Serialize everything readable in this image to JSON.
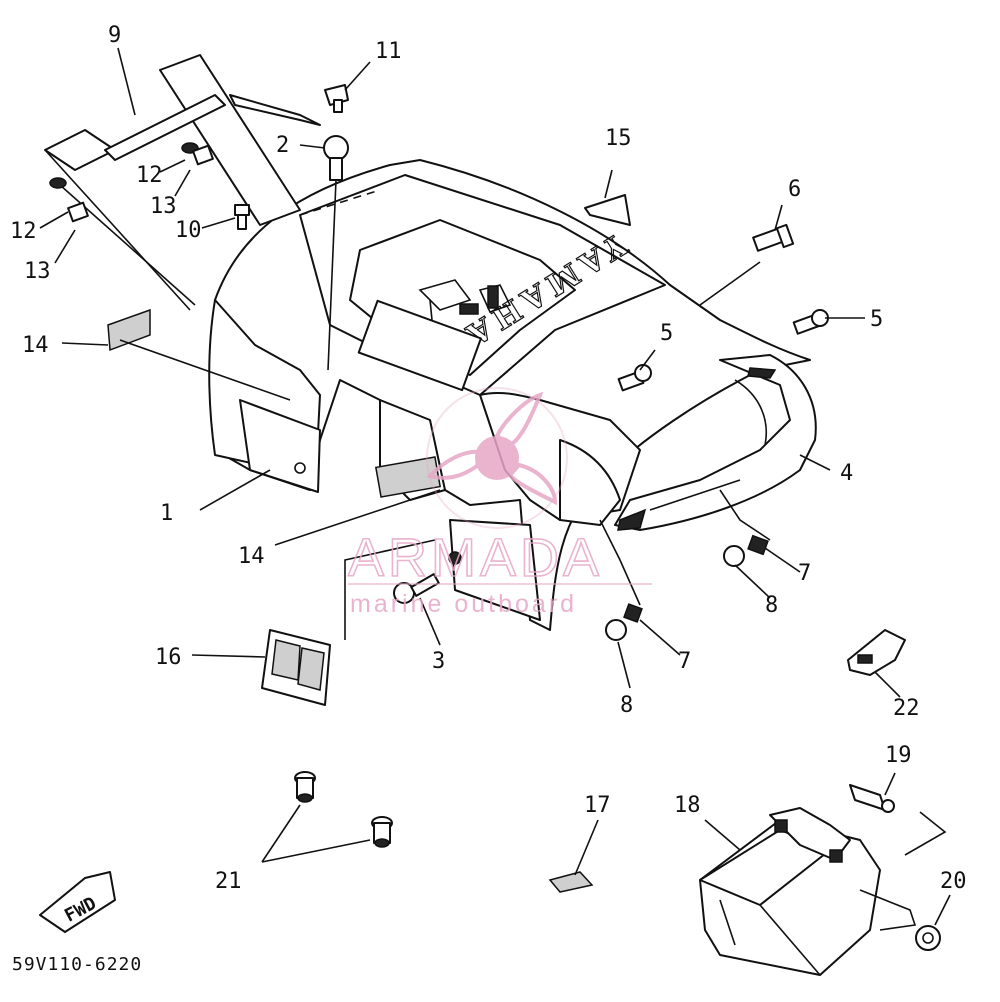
{
  "callouts": {
    "c1": "1",
    "c2": "2",
    "c3": "3",
    "c4": "4",
    "c5a": "5",
    "c5b": "5",
    "c6": "6",
    "c7a": "7",
    "c7b": "7",
    "c8a": "8",
    "c8b": "8",
    "c9": "9",
    "c10": "10",
    "c11": "11",
    "c12a": "12",
    "c12b": "12",
    "c13a": "13",
    "c13b": "13",
    "c14a": "14",
    "c14b": "14",
    "c15": "15",
    "c16": "16",
    "c17": "17",
    "c18": "18",
    "c19": "19",
    "c20": "20",
    "c21": "21",
    "c22": "22"
  },
  "fender_lettering": "YAMAHA",
  "fwd_label": "FWD",
  "diagram_code": "59V110-6220",
  "watermark": {
    "name": "ARMADA",
    "tagline": "marine outboard",
    "color": "#e7a6c6"
  }
}
